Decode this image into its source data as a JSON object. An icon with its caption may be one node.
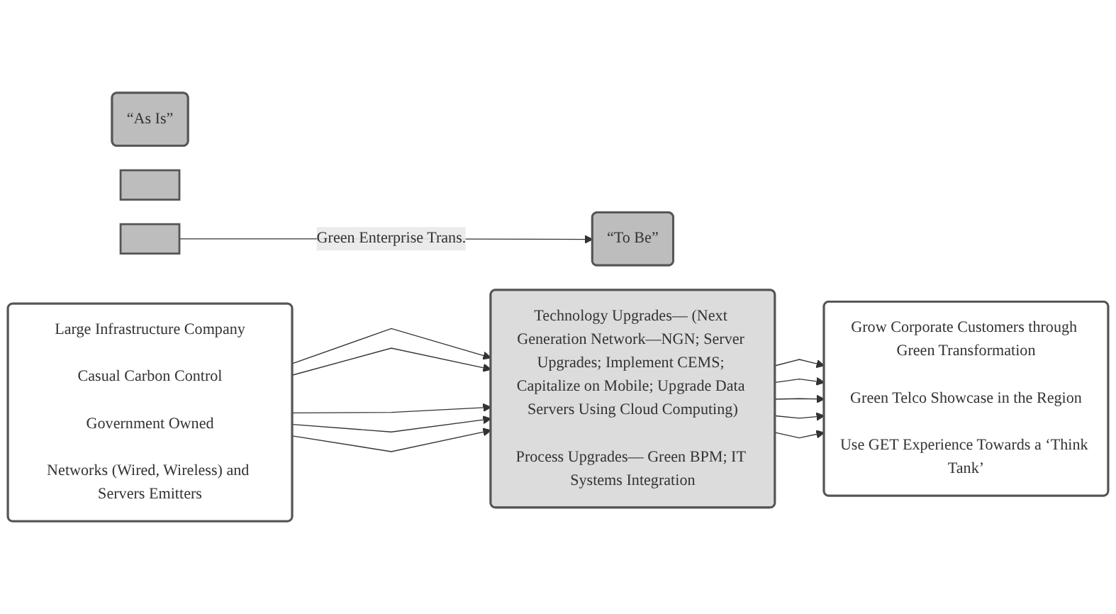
{
  "diagram": {
    "nodes": [
      {
        "text": [
          "“As Is”"
        ]
      },
      {
        "text": [],
        "shape": "box"
      },
      {
        "text": [],
        "shape": "box"
      },
      {
        "text": [
          "“To Be”"
        ]
      },
      {
        "text": [
          "Large Infrastructure Company",
          "Casual Carbon Control",
          "Government Owned",
          "Networks (Wired, Wireless) and Servers Emitters"
        ]
      },
      {
        "text": [
          "Technology Upgrades— (Next Generation Network—NGN; Server Upgrades; Implement CEMS; Capitalize on Mobile; Upgrade Data Servers Using Cloud Computing)",
          "Process Upgrades— Green BPM; IT Systems Integration"
        ]
      },
      {
        "text": [
          "Grow Corporate Customers through Green Transformation",
          "Green Telco Showcase in the Region",
          "Use GET Experience Towards a ‘Think Tank’"
        ]
      }
    ],
    "edges": [
      {
        "from": 2,
        "to": 3,
        "arrow": "to",
        "label": "Green Enterprise Trans."
      },
      {
        "from": 4,
        "to": 5,
        "arrow": "to"
      },
      {
        "from": 4,
        "to": 5,
        "arrow": "to"
      },
      {
        "from": 4,
        "to": 5,
        "arrow": "to"
      },
      {
        "from": 4,
        "to": 5,
        "arrow": "to"
      },
      {
        "from": 4,
        "to": 5,
        "arrow": "to"
      },
      {
        "from": 5,
        "to": 6,
        "arrow": "to"
      },
      {
        "from": 5,
        "to": 6,
        "arrow": "to"
      },
      {
        "from": 5,
        "to": 6,
        "arrow": "to"
      },
      {
        "from": 5,
        "to": 6,
        "arrow": "to"
      },
      {
        "from": 5,
        "to": 6,
        "arrow": "to"
      }
    ]
  }
}
